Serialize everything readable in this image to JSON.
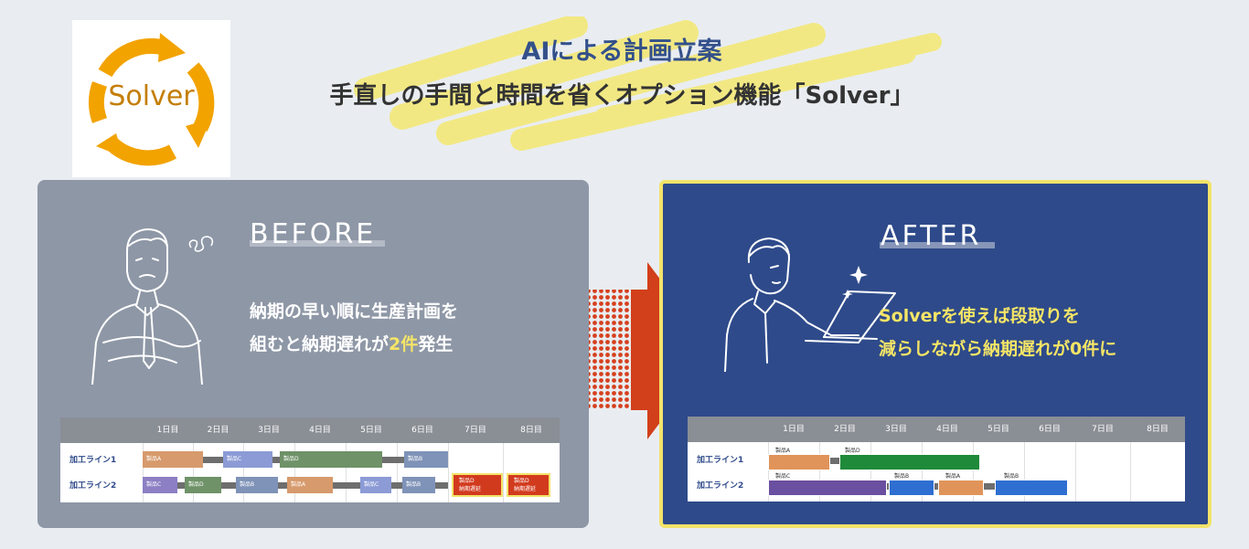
{
  "logo": {
    "text": "Solver"
  },
  "header": {
    "title_line1": "AIによる計画立案",
    "title_line2": "手直しの手間と時間を省くオプション機能「Solver」"
  },
  "before": {
    "heading": "BEFORE",
    "text_line1": "納期の早い順に生産計画を",
    "text_line2_a": "組むと納期遅れが",
    "text_line2_b": "2件",
    "text_line2_c": "発生"
  },
  "after": {
    "heading": "AFTER",
    "text_line1": "Solverを使えば段取りを",
    "text_line2": "減らしながら納期遅れが0件に"
  },
  "gantt": {
    "days": [
      "1日目",
      "2日目",
      "3日目",
      "4日目",
      "5日目",
      "6日目",
      "7日目",
      "8日目"
    ],
    "lines": [
      "加工ライン1",
      "加工ライン2"
    ]
  },
  "before_bars": {
    "l1": [
      "製品A",
      "製品C",
      "製品D",
      "製品B"
    ],
    "l2": [
      "製品C",
      "製品D",
      "製品B",
      "製品A",
      "製品C",
      "製品B"
    ],
    "delay1_a": "製品D",
    "delay1_b": "納期遅延",
    "delay2_a": "製品D",
    "delay2_b": "納期遅延"
  },
  "after_bars": {
    "l1": [
      "製品A",
      "製品D"
    ],
    "l2": [
      "製品C",
      "製品B",
      "製品A",
      "製品B"
    ]
  },
  "colors": {
    "product_a": "#e0945a",
    "product_b": "#2f6fd1",
    "product_c": "#6b4fa0",
    "product_d": "#1f8a3a",
    "delay": "#d23a1e",
    "highlight": "#f5e566"
  }
}
